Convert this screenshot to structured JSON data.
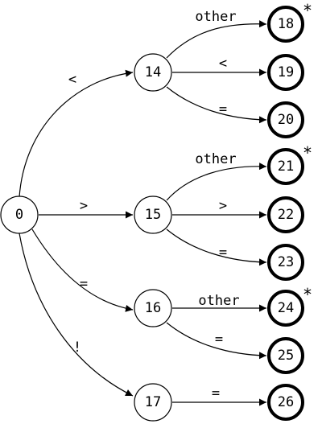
{
  "states": [
    {
      "id": "s0",
      "label": "0",
      "accepting": false
    },
    {
      "id": "s14",
      "label": "14",
      "accepting": false
    },
    {
      "id": "s15",
      "label": "15",
      "accepting": false
    },
    {
      "id": "s16",
      "label": "16",
      "accepting": false
    },
    {
      "id": "s17",
      "label": "17",
      "accepting": false
    },
    {
      "id": "s18",
      "label": "18",
      "accepting": true,
      "star": "*"
    },
    {
      "id": "s19",
      "label": "19",
      "accepting": true
    },
    {
      "id": "s20",
      "label": "20",
      "accepting": true
    },
    {
      "id": "s21",
      "label": "21",
      "accepting": true,
      "star": "*"
    },
    {
      "id": "s22",
      "label": "22",
      "accepting": true
    },
    {
      "id": "s23",
      "label": "23",
      "accepting": true
    },
    {
      "id": "s24",
      "label": "24",
      "accepting": true,
      "star": "*"
    },
    {
      "id": "s25",
      "label": "25",
      "accepting": true
    },
    {
      "id": "s26",
      "label": "26",
      "accepting": true
    }
  ],
  "edges": [
    {
      "id": "e0_14",
      "from": "s0",
      "to": "s14",
      "label": "<"
    },
    {
      "id": "e0_15",
      "from": "s0",
      "to": "s15",
      "label": ">"
    },
    {
      "id": "e0_16",
      "from": "s0",
      "to": "s16",
      "label": "="
    },
    {
      "id": "e0_17",
      "from": "s0",
      "to": "s17",
      "label": "!"
    },
    {
      "id": "e14_18",
      "from": "s14",
      "to": "s18",
      "label": "other"
    },
    {
      "id": "e14_19",
      "from": "s14",
      "to": "s19",
      "label": "<"
    },
    {
      "id": "e14_20",
      "from": "s14",
      "to": "s20",
      "label": "="
    },
    {
      "id": "e15_21",
      "from": "s15",
      "to": "s21",
      "label": "other"
    },
    {
      "id": "e15_22",
      "from": "s15",
      "to": "s22",
      "label": ">"
    },
    {
      "id": "e15_23",
      "from": "s15",
      "to": "s23",
      "label": "="
    },
    {
      "id": "e16_24",
      "from": "s16",
      "to": "s24",
      "label": "other"
    },
    {
      "id": "e16_25",
      "from": "s16",
      "to": "s25",
      "label": "="
    },
    {
      "id": "e17_26",
      "from": "s17",
      "to": "s26",
      "label": "="
    }
  ]
}
